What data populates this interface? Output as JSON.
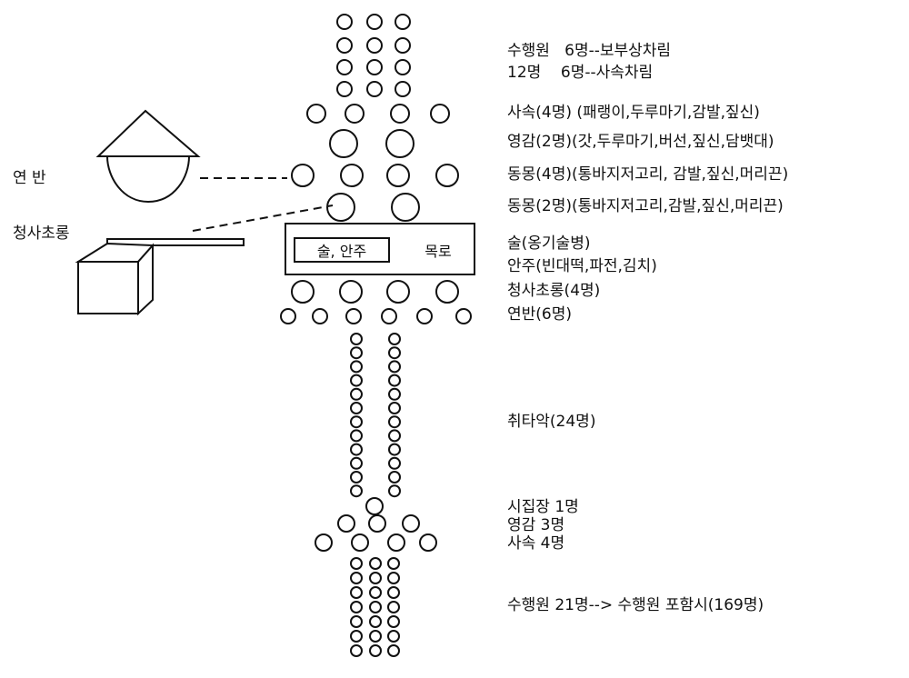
{
  "labels": {
    "row1": "수행원   6명--보부상차림",
    "row2": "12명    6명--사속차림",
    "sasok": "사속(4명) (패랭이,두루마기,감발,짚신)",
    "yeonggam": "영감(2명)(갓,두루마기,버선,짚신,담뱃대)",
    "dongmong4": "동몽(4명)(통바지저고리, 감발,짚신,머리끈)",
    "dongmong2": "동몽(2명)(통바지저고리,감발,짚신,머리끈)",
    "sul": "술(옹기술병)",
    "anju": "안주(빈대떡,파전,김치)",
    "cheongsa": "청사초롱(4명)",
    "yeonban_count": "연반(6명)",
    "chwitaak": "취타악(24명)",
    "sijipjang": "시집장 1명",
    "yeonggam3": "영감 3명",
    "sasok4": "사속 4명",
    "total": "수행원 21명--> 수행원 포함시(169명)",
    "left_yeonban": "연 반",
    "left_cheongsa": "청사초롱",
    "box_inner": "술, 안주",
    "box_right": "목로"
  }
}
